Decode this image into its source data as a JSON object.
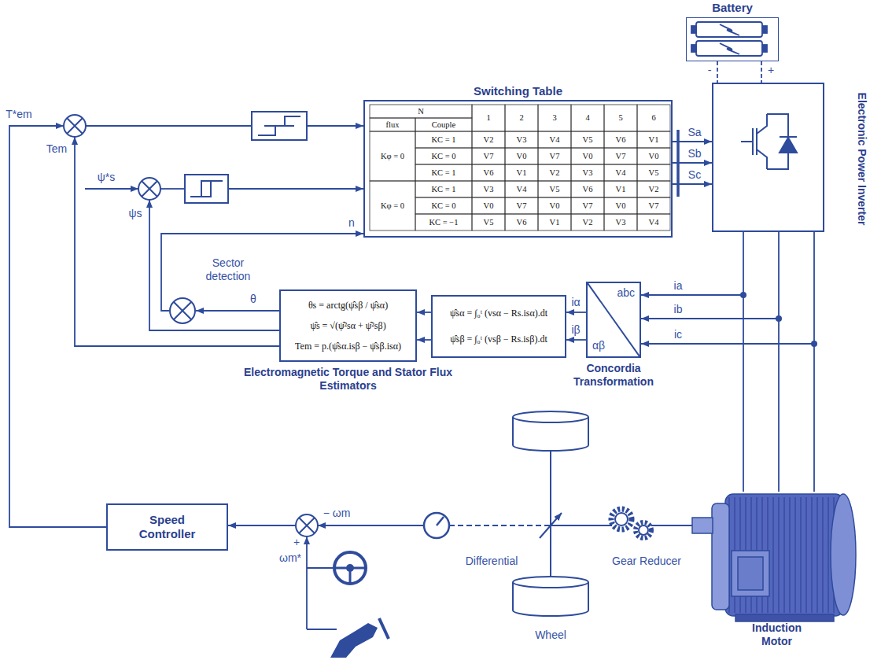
{
  "diagram": {
    "nodes": [
      {
        "text": [
          "Battery"
        ]
      },
      {
        "text": [
          "Switching Table"
        ]
      },
      {
        "text": [
          "Electronic Power Inverter"
        ]
      },
      {
        "text": [
          "Sector detection"
        ]
      },
      {
        "text": [
          "θs = arctg(ψ̂sβ / ψ̂sα)",
          "ψ̂s = √(ψ̂²sα + ψ̂²sβ)",
          "Tem = p.(ψ̂sα.isβ − ψ̂sβ.isα)",
          "Electromagnetic Torque and Stator Flux Estimators"
        ]
      },
      {
        "text": [
          "ψ̂sα = ∫₀ᵗ (vsα − Rs.isα).dt",
          "ψ̂sβ = ∫₀ᵗ (vsβ − Rs.isβ).dt"
        ]
      },
      {
        "text": [
          "abc",
          "αβ",
          "Concordia Transformation"
        ]
      },
      {
        "text": [
          "Speed Controller"
        ]
      },
      {
        "text": [
          "Induction Motor"
        ]
      }
    ],
    "edges": [
      {
        "from": 0,
        "to": 2,
        "arrow": "none"
      },
      {
        "from": 1,
        "to": 2,
        "arrow": "to",
        "label": "Sa"
      },
      {
        "from": 1,
        "to": 2,
        "arrow": "to",
        "label": "Sb"
      },
      {
        "from": 1,
        "to": 2,
        "arrow": "to",
        "label": "Sc"
      },
      {
        "from": 2,
        "to": 8,
        "arrow": "none"
      },
      {
        "from": 6,
        "to": 5,
        "arrow": "to",
        "label": "iα"
      },
      {
        "from": 6,
        "to": 5,
        "arrow": "to",
        "label": "iβ"
      },
      {
        "from": 5,
        "to": 4,
        "arrow": "to"
      },
      {
        "from": 5,
        "to": 4,
        "arrow": "to"
      },
      {
        "from": 4,
        "to": 3,
        "arrow": "to",
        "label": "θ"
      },
      {
        "from": 3,
        "to": 1,
        "arrow": "to",
        "label": "n"
      }
    ],
    "labels": [
      "T*em",
      "Tem",
      "ψ*s",
      "ψs",
      "-",
      "+",
      "ia",
      "ib",
      "ic",
      "− ωm",
      "+",
      "ωm*",
      "Differential",
      "Gear Reducer",
      "Wheel",
      "N",
      "flux",
      "Couple",
      "1",
      "2",
      "3",
      "4",
      "5",
      "6",
      "Kφ = 0",
      "KC = 1",
      "V2",
      "V3",
      "V4",
      "V5",
      "V6",
      "V1",
      "KC = 0",
      "V7",
      "V0",
      "V7",
      "V0",
      "V7",
      "V0",
      "KC = 1",
      "V6",
      "V1",
      "V2",
      "V3",
      "V4",
      "V5",
      "Kφ = 0",
      "KC = 1",
      "V3",
      "V4",
      "V5",
      "V6",
      "V1",
      "V2",
      "KC = 0",
      "V0",
      "V7",
      "V0",
      "V7",
      "V0",
      "V7",
      "KC = −1",
      "V5",
      "V6",
      "V1",
      "V2",
      "V3",
      "V4"
    ]
  }
}
